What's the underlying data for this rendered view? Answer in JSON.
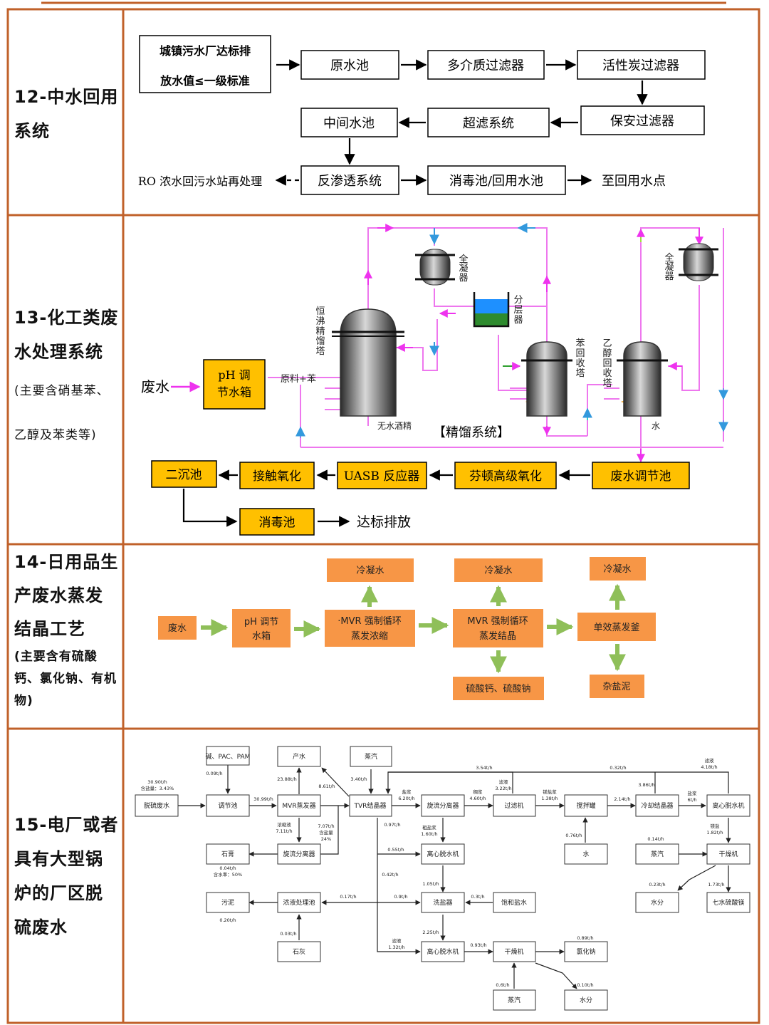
{
  "colors": {
    "border": "#c0612a",
    "flow_arrow": "#000000",
    "pipe_pink": "#ee77ee",
    "pipe_blue": "#4aa8e0",
    "box_yellow": "#ffc000",
    "box_orange": "#f79646",
    "arrow_green": "#8fbf59",
    "vessel_gray": "#7a7a7a",
    "water_blue": "#1e90ff",
    "liquid_green": "#2e8b2e"
  },
  "sections": {
    "s12": {
      "label_lines": [
        "12-中水回用",
        "系统"
      ]
    },
    "s13": {
      "label_lines": [
        "13-化工类废",
        "水处理系统"
      ],
      "note_lines": [
        "(主要含硝基苯、",
        "乙醇及苯类等)"
      ]
    },
    "s14": {
      "label_lines": [
        "14-日用品生",
        "产废水蒸发",
        "结晶工艺"
      ],
      "note_lines": [
        "(主要含有硫酸",
        "钙、氯化钠、有机",
        "物)"
      ]
    },
    "s15": {
      "label_lines": [
        "15-电厂或者",
        "具有大型锅",
        "炉的厂区脱",
        "硫废水"
      ]
    }
  },
  "diagram12": {
    "source_lines": [
      "城镇污水厂达标排",
      "放水值≤一级标准"
    ],
    "raw_pool": "原水池",
    "multi_filter": "多介质过滤器",
    "carbon_filter": "活性炭过滤器",
    "security_filter": "保安过滤器",
    "uf_system": "超滤系统",
    "mid_pool": "中间水池",
    "ro_system": "反渗透系统",
    "disinfect_reuse": "消毒池/回用水池",
    "reuse_point": "至回用水点",
    "ro_concentrate": "RO 浓水回污水站再处理"
  },
  "diagram13": {
    "wastewater": "废水",
    "ph_tank_lines": [
      "pH 调",
      "节水箱"
    ],
    "feed": "原料+苯",
    "azeo_tower": [
      "恒",
      "沸",
      "精",
      "馏",
      "塔"
    ],
    "condenser1": [
      "全",
      "凝",
      "器"
    ],
    "condenser2": [
      "全",
      "凝",
      "器"
    ],
    "separator": [
      "分",
      "层",
      "器"
    ],
    "benzene_tower": [
      "苯",
      "回",
      "收",
      "塔"
    ],
    "ethanol_tower": [
      "乙",
      "醇",
      "回",
      "收",
      "塔"
    ],
    "anhydrous": "无水酒精",
    "water": "水",
    "system_name": "【精馏系统】",
    "equalization": "废水调节池",
    "fenton": "芬顿高级氧化",
    "uasb": "UASB 反应器",
    "contact_oxidation": "接触氧化",
    "secondary_clarifier": "二沉池",
    "disinfection": "消毒池",
    "discharge": "达标排放"
  },
  "diagram14": {
    "wastewater": "废水",
    "ph_tank_lines": [
      "pH 调节",
      "水箱"
    ],
    "mvr_conc_lines": [
      "·MVR 强制循环",
      "蒸发浓缩"
    ],
    "mvr_cryst_lines": [
      "MVR 强制循环",
      "蒸发结晶"
    ],
    "single_effect": "单效蒸发釜",
    "condensate1": "冷凝水",
    "condensate2": "冷凝水",
    "condensate3": "冷凝水",
    "salts": "硫酸钙、硫酸钠",
    "mixed_salt": "杂盐泥"
  },
  "diagram15": {
    "boxes": {
      "desulf": "脱硫废水",
      "adjust": "调节池",
      "mvr_evap": "MVR蒸发器",
      "tvr": "TVR结晶器",
      "cyclone1": "旋流分离器",
      "filter": "过滤机",
      "mixer": "搅拌罐",
      "cooling_cryst": "冷却结晶器",
      "centrifuge1": "离心脱水机",
      "chem": "碱、PAC、PAM",
      "product_water": "产水",
      "steam1": "蒸汽",
      "gypsum": "石膏",
      "cyclone2": "旋流分离器",
      "centrifuge2": "离心脱水机",
      "water_in": "水",
      "steam2": "蒸汽",
      "dryer1": "干燥机",
      "sludge": "污泥",
      "thickener": "浓液处理池",
      "washer": "洗盐器",
      "sat_brine": "饱和盐水",
      "moisture1": "水分",
      "mgso4": "七水硫酸镁",
      "lime": "石灰",
      "centrifuge3": "离心脱水机",
      "dryer2": "干燥机",
      "nacl": "氯化钠",
      "steam3": "蒸汽",
      "moisture2": "水分"
    },
    "flows": {
      "f_3090": [
        "30.90t/h",
        "含盐量：3.43%"
      ],
      "f_009": [
        "0.09t/h"
      ],
      "f_3099": [
        "30.99t/h"
      ],
      "f_2388": [
        "23.88t/h"
      ],
      "f_861": [
        "8.61t/h"
      ],
      "f_340": [
        "3.40t/h"
      ],
      "f_354": [
        "3.54t/h"
      ],
      "f_032": [
        "0.32t/h"
      ],
      "f_418": [
        "滤液",
        "4.18t/h"
      ],
      "f_brine1": [
        "盐浆",
        "6.20t/h"
      ],
      "f_slurry": [
        "稠浆",
        "4.60t/h"
      ],
      "f_322": [
        "滤液",
        "3.22t/h"
      ],
      "f_138": [
        "镁盐浆",
        "1.38t/h"
      ],
      "f_214": [
        "2.14t/h"
      ],
      "f_386": [
        "3.86t/h"
      ],
      "f_6th": [
        "盐浆",
        "6t/h"
      ],
      "f_711": [
        "浓缩液",
        "7.11t/h"
      ],
      "f_707": [
        "7.07t/h",
        "含盐量",
        "24%"
      ],
      "f_097": [
        "0.97t/h"
      ],
      "f_160": [
        "粗盐浆",
        "1.60t/h"
      ],
      "f_076": [
        "0.76t/h"
      ],
      "f_014": [
        "0.14t/h"
      ],
      "f_182": [
        "镁盐",
        "1.82t/h"
      ],
      "f_004": [
        "0.04t/h",
        "含水率：50%"
      ],
      "f_055": [
        "0.55t/h"
      ],
      "f_042": [
        "0.42t/h"
      ],
      "f_105": [
        "1.05t/h"
      ],
      "f_017": [
        "0.17t/h"
      ],
      "f_09": [
        "0.9t/h"
      ],
      "f_03": [
        "0.3t/h"
      ],
      "f_023": [
        "0.23t/h"
      ],
      "f_173": [
        "1.73t/h"
      ],
      "f_020": [
        "0.20t/h"
      ],
      "f_003": [
        "0.03t/h"
      ],
      "f_225": [
        "2.25t/h"
      ],
      "f_132": [
        "滤液",
        "1.32t/h"
      ],
      "f_093": [
        "0.93t/h"
      ],
      "f_089": [
        "0.89t/h"
      ],
      "f_06": [
        "0.6t/h"
      ],
      "f_010": [
        "0.10t/h"
      ]
    }
  }
}
